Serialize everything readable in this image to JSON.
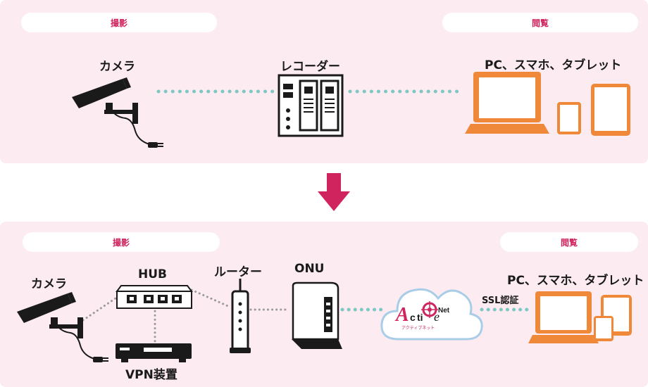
{
  "top": {
    "capture_label": "撮影",
    "view_label": "閲覧",
    "camera_label": "カメラ",
    "recorder_label": "レコーダー",
    "devices_label": "PC、スマホ、タブレット"
  },
  "bottom": {
    "capture_label": "撮影",
    "view_label": "閲覧",
    "camera_label": "カメラ",
    "hub_label": "HUB",
    "router_label": "ルーター",
    "onu_label": "ONU",
    "vpn_label": "VPN装置",
    "ssl_label": "SSL認証",
    "devices_label": "PC、スマホ、タブレット",
    "cloud_logo_text": "ActiveNet アクティブネット"
  },
  "colors": {
    "panel": "#fcecf2",
    "accent": "#d0245f",
    "device_orange": "#f0883a",
    "teal_dots": "#7ec7c3",
    "gray_dots": "#9a9a9a",
    "cloud_stroke": "#a9cde6"
  }
}
